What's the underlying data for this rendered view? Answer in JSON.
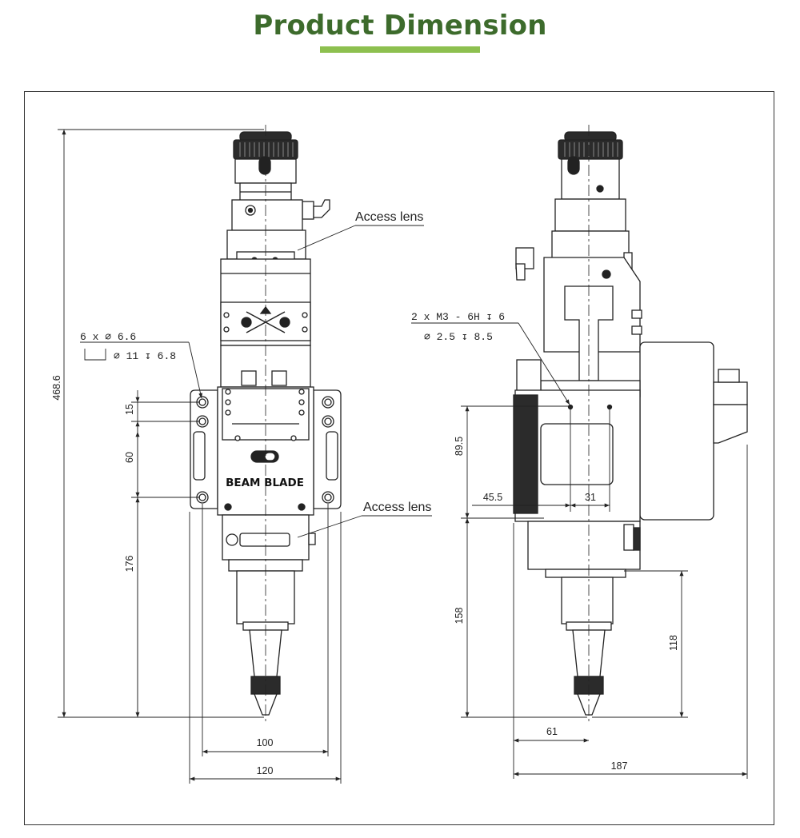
{
  "header": {
    "title": "Product Dimension",
    "accent_color": "#3d6b2c",
    "bar_color": "#8dc04f"
  },
  "front_view": {
    "brand_label": "BEAM BLADE",
    "callout_access_lens_top": "Access lens",
    "callout_access_lens_bottom": "Access lens",
    "hole_spec_line1": "6 x ∅ 6.6",
    "hole_spec_line2": "∅ 11 ↧ 6.8",
    "dim_total_height": "468.6",
    "dim_hole_spacing_small": "15",
    "dim_hole_spacing_large": "60",
    "dim_lower_height": "176",
    "dim_inner_width": "100",
    "dim_outer_width": "120"
  },
  "side_view": {
    "thread_spec_line1": "2 x M3 - 6H ↧ 6",
    "thread_spec_line2": "∅ 2.5 ↧ 8.5",
    "dim_upper_offset": "89.5",
    "dim_horizontal_offset": "45.5",
    "dim_hole_gap": "31",
    "dim_lower_height": "158",
    "dim_nozzle_height": "118",
    "dim_nozzle_offset": "61",
    "dim_overall_width": "187"
  }
}
